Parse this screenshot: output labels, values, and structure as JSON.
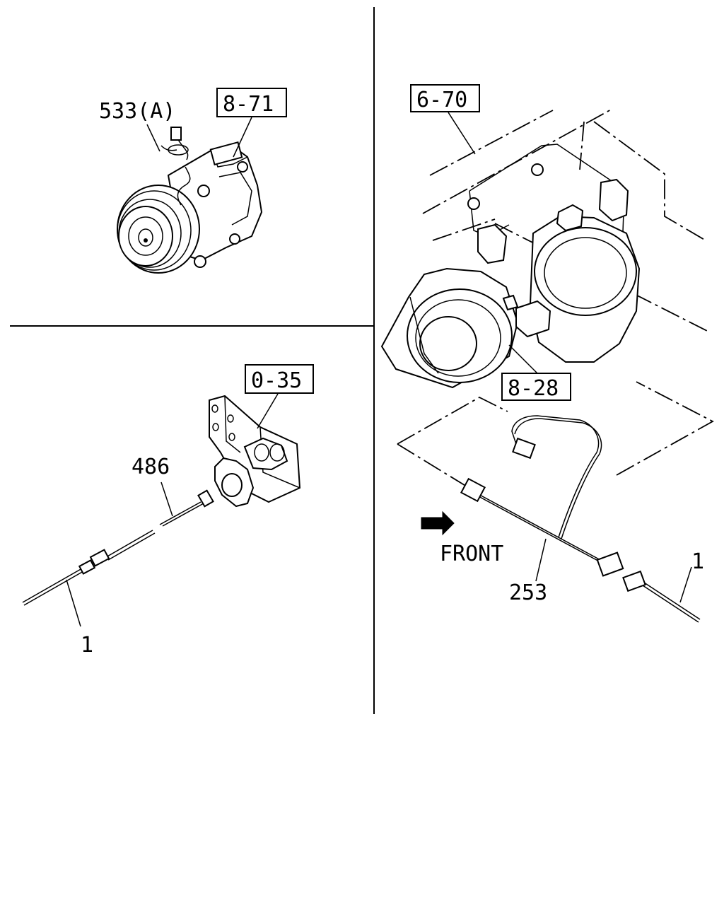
{
  "labels": {
    "ref_8_71": "8-71",
    "part_533a": "533(A)",
    "ref_6_70": "6-70",
    "ref_0_35": "0-35",
    "part_486": "486",
    "part_1_left": "1",
    "ref_8_28": "8-28",
    "front": "FRONT",
    "part_253": "253",
    "part_1_right": "1"
  },
  "icons": {
    "front_arrow": "arrow-right-icon"
  }
}
